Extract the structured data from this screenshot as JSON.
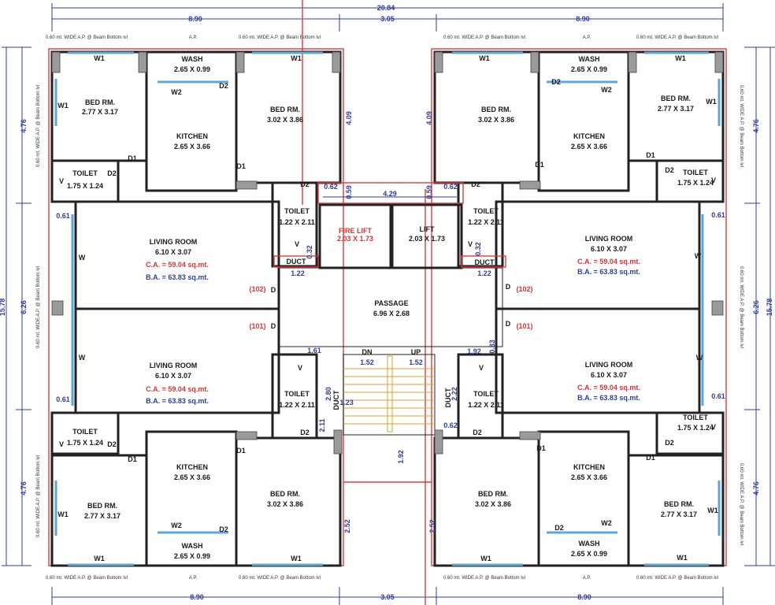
{
  "top_dims": {
    "total": "20.84",
    "left": "8.90",
    "mid": "3.05",
    "right": "8.90"
  },
  "bottom_dims": {
    "left": "8.90",
    "mid": "3.05",
    "right": "8.90"
  },
  "side_dims": {
    "left_total": "15.78",
    "right_total": "15.78",
    "upper": "4.76",
    "middle": "6.26",
    "lower": "4.76"
  },
  "ap_notes": {
    "beam": "0.60 mt. WIDE A.P. @ Beam Bottom lvl",
    "ap": "A.P."
  },
  "rooms": {
    "bed1": {
      "name": "BED RM.",
      "size": "2.77 X 3.17"
    },
    "bed2": {
      "name": "BED RM.",
      "size": "3.02 X 3.86"
    },
    "wash": {
      "name": "WASH",
      "size": "2.65 X 0.99"
    },
    "kitchen": {
      "name": "KITCHEN",
      "size": "2.65 X 3.66"
    },
    "toilet_small": {
      "name": "TOILET",
      "size": "1.75 X 1.24"
    },
    "toilet_core": {
      "name": "TOILET",
      "size": "1.22 X 2.11"
    },
    "living": {
      "name": "LIVING ROOM",
      "size": "6.10 X 3.07",
      "ca": "C.A. = 59.04 sq.mt.",
      "ba": "B.A. = 63.83 sq.mt."
    },
    "fire_lift": {
      "name": "FIRE LIFT",
      "size": "2.03 X 1.73"
    },
    "lift": {
      "name": "LIFT",
      "size": "2.03 X 1.73"
    },
    "passage": {
      "name": "PASSAGE",
      "size": "6.96 X 2.68"
    },
    "duct": "DUCT"
  },
  "unit_numbers": {
    "upper": "(102)",
    "lower": "(101)"
  },
  "stairs": {
    "dn": "DN",
    "up": "UP",
    "w1": "1.52",
    "w2": "1.52",
    "landing": "1.92"
  },
  "core_dims": {
    "lift_w": "4.29",
    "lift_gap": "0.59",
    "off1": "0.62",
    "h409": "4.09",
    "h261": "0.61",
    "duct_w": "1.22",
    "v032": "0.32",
    "d161": "1.61",
    "d192": "1.92",
    "d280": "2.80",
    "d222": "2.22",
    "d123": "1.23",
    "d211": "2.11",
    "d062": "0.62",
    "d033": "0.33",
    "h252": "2.52"
  },
  "door_labels": {
    "d": "D",
    "d1": "D1",
    "d2": "D2",
    "w": "W",
    "w1": "W1",
    "w2": "W2",
    "v": "V"
  },
  "colors": {
    "wall": "#222222",
    "red_outline": "#e23a3a",
    "dimension_blue": "#2c3e9e",
    "window_blue": "#5ea6d8",
    "stair_orange": "#e0a020"
  }
}
